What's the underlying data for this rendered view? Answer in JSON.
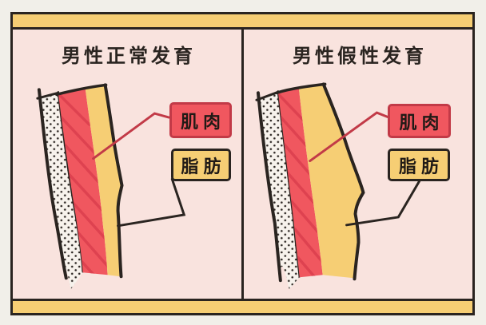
{
  "card": {
    "panels": [
      {
        "id": "normal",
        "title": "男性正常发育",
        "muscle_label": "肌肉",
        "fat_label": "脂肪"
      },
      {
        "id": "pseudo",
        "title": "男性假性发育",
        "muscle_label": "肌肉",
        "fat_label": "脂肪"
      }
    ],
    "colors": {
      "page_background": "#f1efe9",
      "panel_background": "#f9e3de",
      "accent_yellow": "#f6ce74",
      "muscle_red": "#f0575f",
      "muscle_hatch_red": "#de4250",
      "muscle_border_red": "#c23a47",
      "skin_dotted_white": "#f7f2ec",
      "outline_black": "#2a2420"
    },
    "icons": {
      "skin_layer": "dotted-band",
      "muscle_layer": "red-hatched-band",
      "fat_layer": "yellow-band"
    }
  }
}
